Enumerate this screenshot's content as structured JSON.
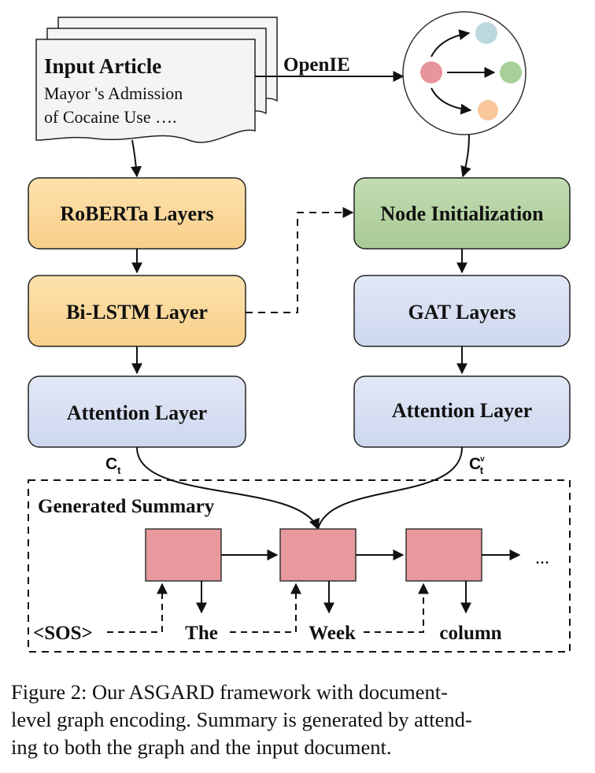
{
  "input_article": {
    "title": "Input Article",
    "line1": "Mayor 's Admission",
    "line2": "of Cocaine Use …."
  },
  "openie_label": "OpenIE",
  "left_stack": {
    "roberta": "RoBERTa Layers",
    "bilstm": "Bi-LSTM Layer",
    "attention": "Attention Layer",
    "context_label": "C",
    "context_sub": "t"
  },
  "right_stack": {
    "node_init": "Node Initialization",
    "gat": "GAT Layers",
    "attention": "Attention Layer",
    "context_label": "C",
    "context_sub": "t",
    "context_sup": "v"
  },
  "summary": {
    "title": "Generated Summary",
    "tokens": [
      "<SOS>",
      "The",
      "Week",
      "column"
    ],
    "ellipsis": "..."
  },
  "caption": {
    "line1": "Figure 2: Our ASGARD framework with document-",
    "line2": "level graph encoding. Summary is generated by attend-",
    "line3": "ing to both the graph and the input document."
  },
  "colors": {
    "orange": "#fbd99b",
    "blue": "#d6dff1",
    "green": "#b6d3a4",
    "pink": "#e7999d",
    "node_pink": "#e8949b",
    "node_blue": "#bcd8df",
    "node_green": "#a7cf97",
    "node_orange": "#f9c79a"
  }
}
